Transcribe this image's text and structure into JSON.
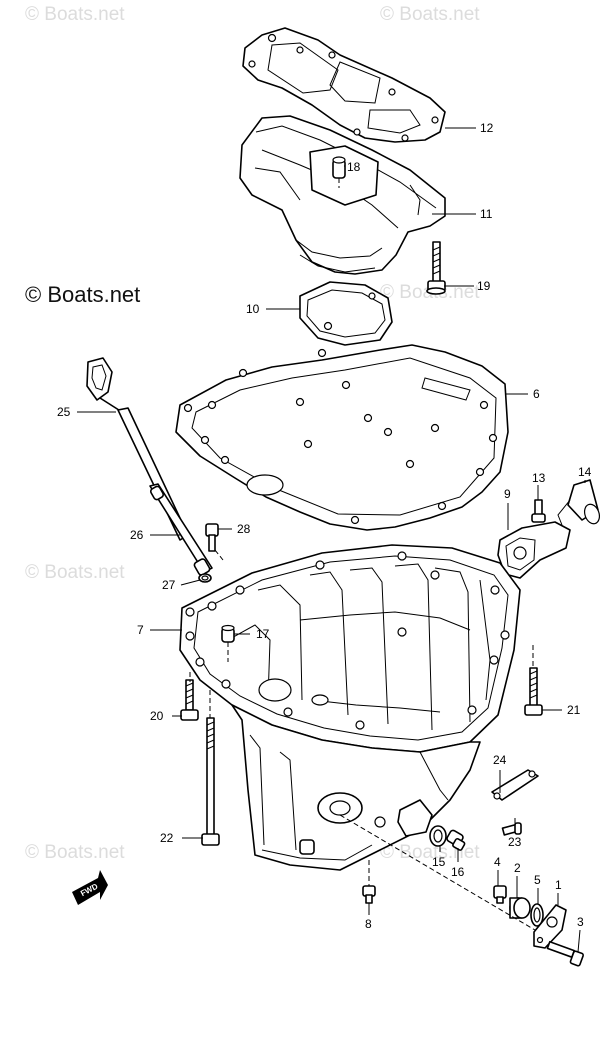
{
  "watermark": "© Boats.net",
  "brand_mark": "© Boats.net",
  "fwd_label": "FWD",
  "callouts": {
    "p1": "1",
    "p2": "2",
    "p3": "3",
    "p4": "4",
    "p5": "5",
    "p6": "6",
    "p7": "7",
    "p8": "8",
    "p9": "9",
    "p10": "10",
    "p11": "11",
    "p12": "12",
    "p13": "13",
    "p14": "14",
    "p15": "15",
    "p16": "16",
    "p17": "17",
    "p18": "18",
    "p19": "19",
    "p20": "20",
    "p21": "21",
    "p22": "22",
    "p23": "23",
    "p24": "24",
    "p25": "25",
    "p26": "26",
    "p27": "27",
    "p28": "28"
  }
}
